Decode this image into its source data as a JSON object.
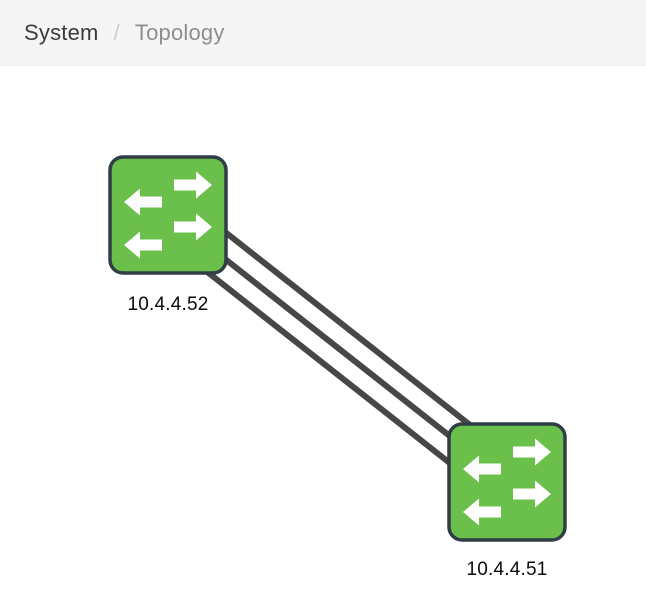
{
  "breadcrumb": {
    "items": [
      {
        "label": "System"
      },
      {
        "label": "Topology"
      }
    ],
    "separator": "/"
  },
  "topology": {
    "nodes": [
      {
        "id": "10.4.4.52",
        "label": "10.4.4.52",
        "type": "switch"
      },
      {
        "id": "10.4.4.51",
        "label": "10.4.4.51",
        "type": "switch"
      }
    ],
    "edges": [
      {
        "from": "10.4.4.52",
        "to": "10.4.4.51",
        "link_count": 3
      }
    ]
  },
  "colors": {
    "header_bg": "#f5f5f5",
    "switch_green": "#6bc04c",
    "switch_border": "#2e3d46",
    "edge_gray": "#474747",
    "breadcrumb_active": "#3b3b3b",
    "breadcrumb_muted": "#8e8e8e"
  },
  "icons": {
    "node_icon": "switch-icon"
  }
}
